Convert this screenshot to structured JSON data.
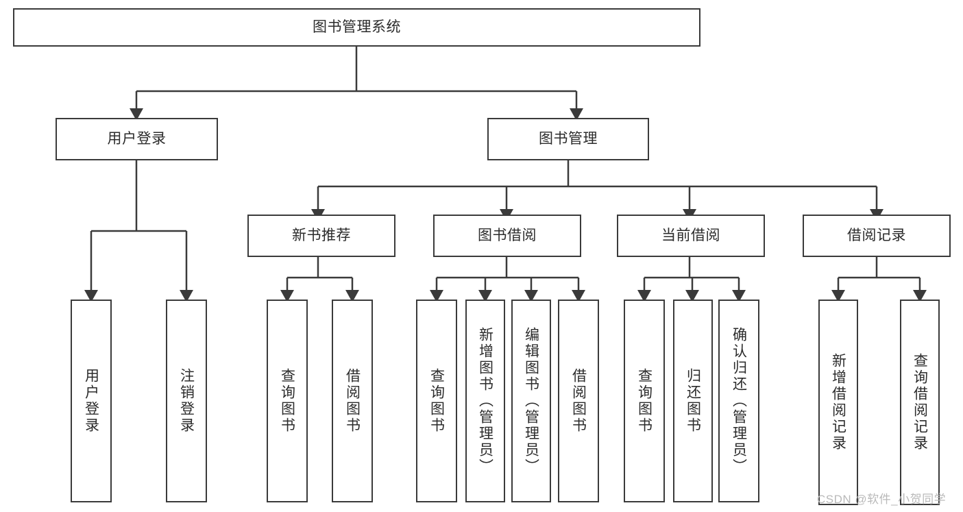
{
  "diagram": {
    "title": "图书管理系统",
    "type": "tree-structure-chart",
    "colors": {
      "stroke": "#3a3a3a",
      "text": "#2b2b2b",
      "background": "#ffffff",
      "watermark": "#b9b9b9"
    },
    "levels": {
      "root": {
        "label": "图书管理系统"
      },
      "level2": [
        {
          "label": "用户登录"
        },
        {
          "label": "图书管理"
        }
      ],
      "level3": [
        {
          "label": "新书推荐"
        },
        {
          "label": "图书借阅"
        },
        {
          "label": "当前借阅"
        },
        {
          "label": "借阅记录"
        }
      ],
      "leaves": {
        "user_login": [
          {
            "label": "用户登录"
          },
          {
            "label": "注销登录"
          }
        ],
        "new_book_recommend": [
          {
            "label": "查询图书"
          },
          {
            "label": "借阅图书"
          }
        ],
        "book_borrow": [
          {
            "label": "查询图书"
          },
          {
            "label": "新增图书（管理员）"
          },
          {
            "label": "编辑图书（管理员）"
          },
          {
            "label": "借阅图书"
          }
        ],
        "current_borrow": [
          {
            "label": "查询图书"
          },
          {
            "label": "归还图书"
          },
          {
            "label": "确认归还（管理员）"
          }
        ],
        "borrow_record": [
          {
            "label": "新增借阅记录"
          },
          {
            "label": "查询借阅记录"
          }
        ]
      }
    }
  },
  "watermark": {
    "text": "CSDN @软件_小贺同学"
  }
}
